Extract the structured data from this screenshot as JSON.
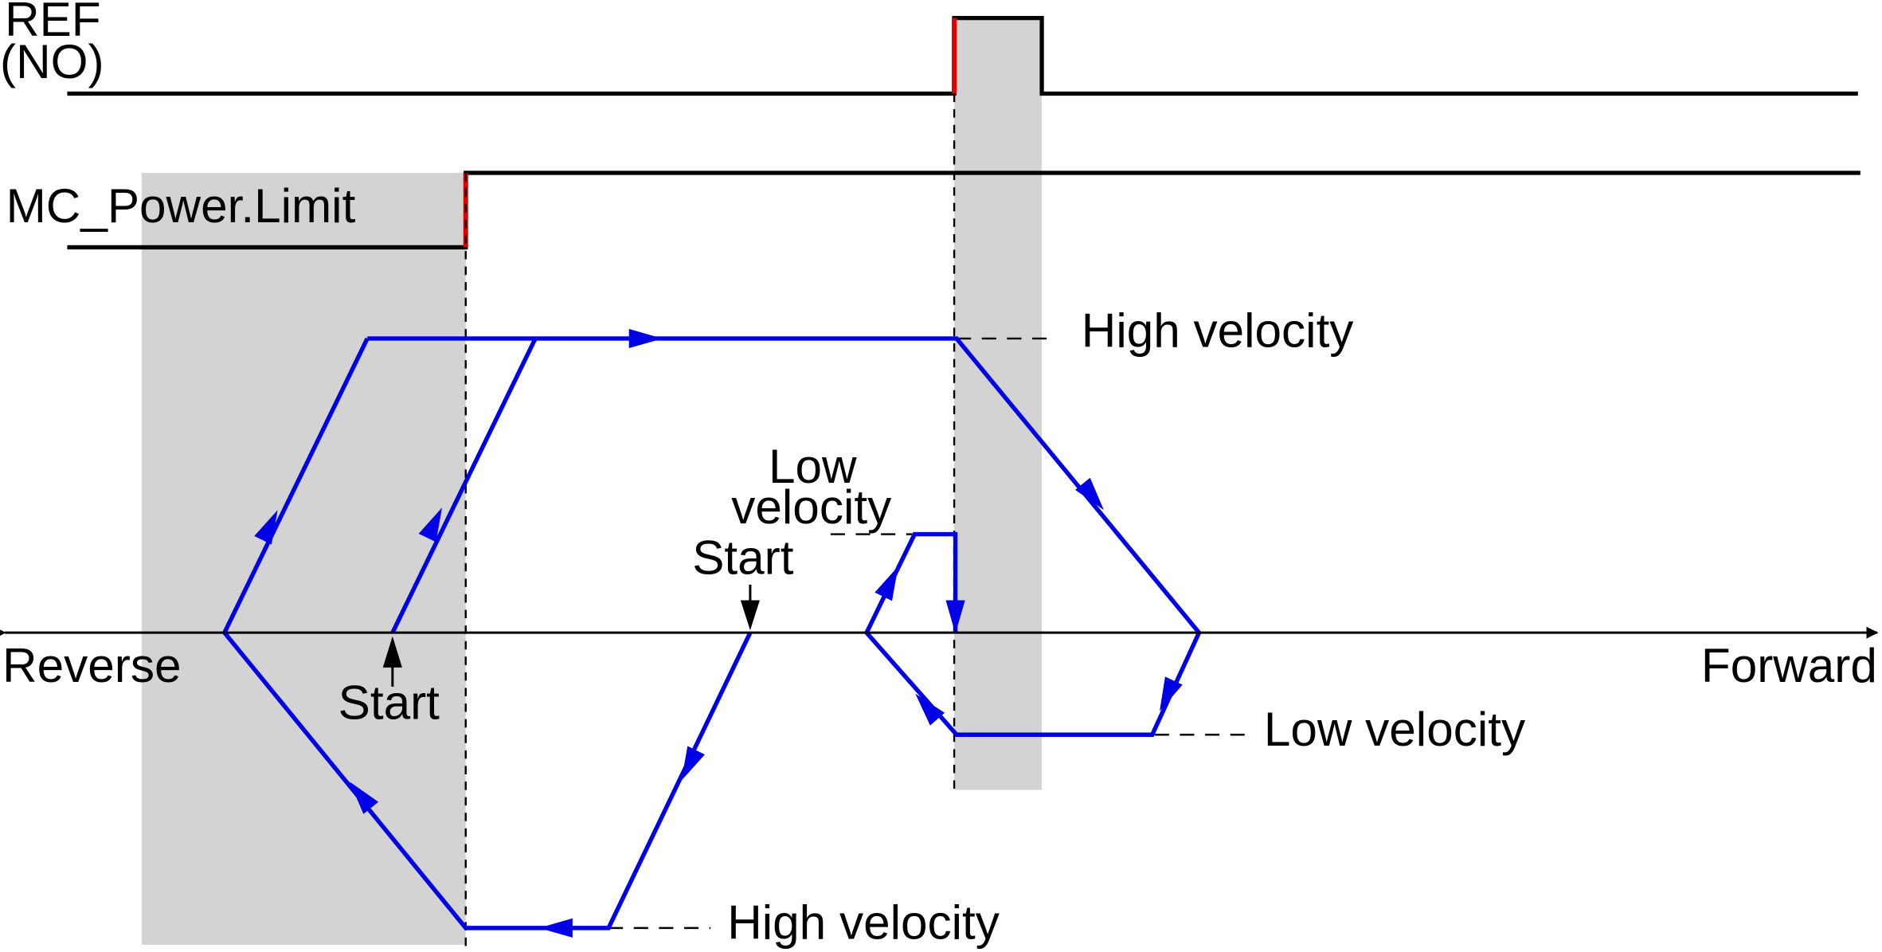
{
  "colors": {
    "signal": "#000000",
    "edge": "#e00000",
    "path": "#0000e6",
    "shade": "#d3d3d3",
    "background": "#ffffff"
  },
  "signals": {
    "ref_line1": "REF",
    "ref_line2": "(NO)",
    "limit": "MC_Power.Limit"
  },
  "axis": {
    "left": "Reverse",
    "right": "Forward"
  },
  "labels": {
    "high_velocity_top": "High velocity",
    "high_velocity_bottom": "High velocity",
    "low_velocity_right": "Low velocity",
    "low_velocity_upper_line1": "Low",
    "low_velocity_upper_line2": "velocity",
    "start_left": "Start",
    "start_middle": "Start"
  }
}
